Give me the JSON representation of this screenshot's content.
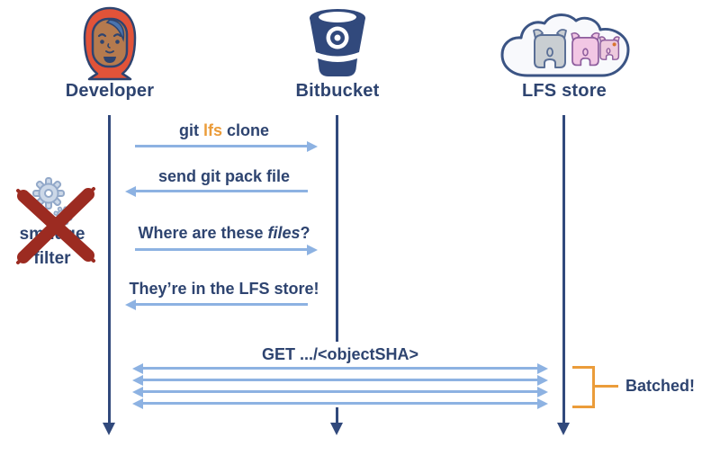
{
  "colors": {
    "navy": "#2e4470",
    "lifeline_navy": "#31497c",
    "arrow_blue": "#8db2e2",
    "orange": "#eb9c3a",
    "red_x": "#9c2b21",
    "hijab_red": "#e15339",
    "skin_brown": "#b57a4e",
    "hair_blue": "#4a74ae"
  },
  "actors": {
    "developer": {
      "label": "Developer",
      "icon": "developer-avatar-icon"
    },
    "bitbucket": {
      "label": "Bitbucket",
      "icon": "bitbucket-bucket-icon"
    },
    "lfs_store": {
      "label": "LFS store",
      "icon": "lfs-cloud-elephants-icon"
    }
  },
  "messages": {
    "git_lfs_clone": {
      "pre": "git ",
      "highlight": "lfs",
      "post": " clone",
      "from": "Developer",
      "to": "Bitbucket"
    },
    "send_git_pack_file": {
      "text": "send git pack file",
      "from": "Bitbucket",
      "to": "Developer"
    },
    "where_are_these_files": {
      "pre": "Where are these ",
      "italic": "files",
      "post": "?",
      "from": "Developer",
      "to": "Bitbucket"
    },
    "theyre_in_lfs_store": {
      "text": "They’re in the LFS store!",
      "from": "Bitbucket",
      "to": "Developer"
    },
    "get_object_sha": {
      "text": "GET .../<objectSHA>",
      "from": "Developer",
      "to": "LFS store",
      "style": "batched, bidirectional, 4 arrows"
    }
  },
  "annotations": {
    "smudge_filter": {
      "line1": "smudge",
      "line2": "filter",
      "crossed_out": true
    },
    "batched": {
      "label": "Batched!"
    }
  }
}
